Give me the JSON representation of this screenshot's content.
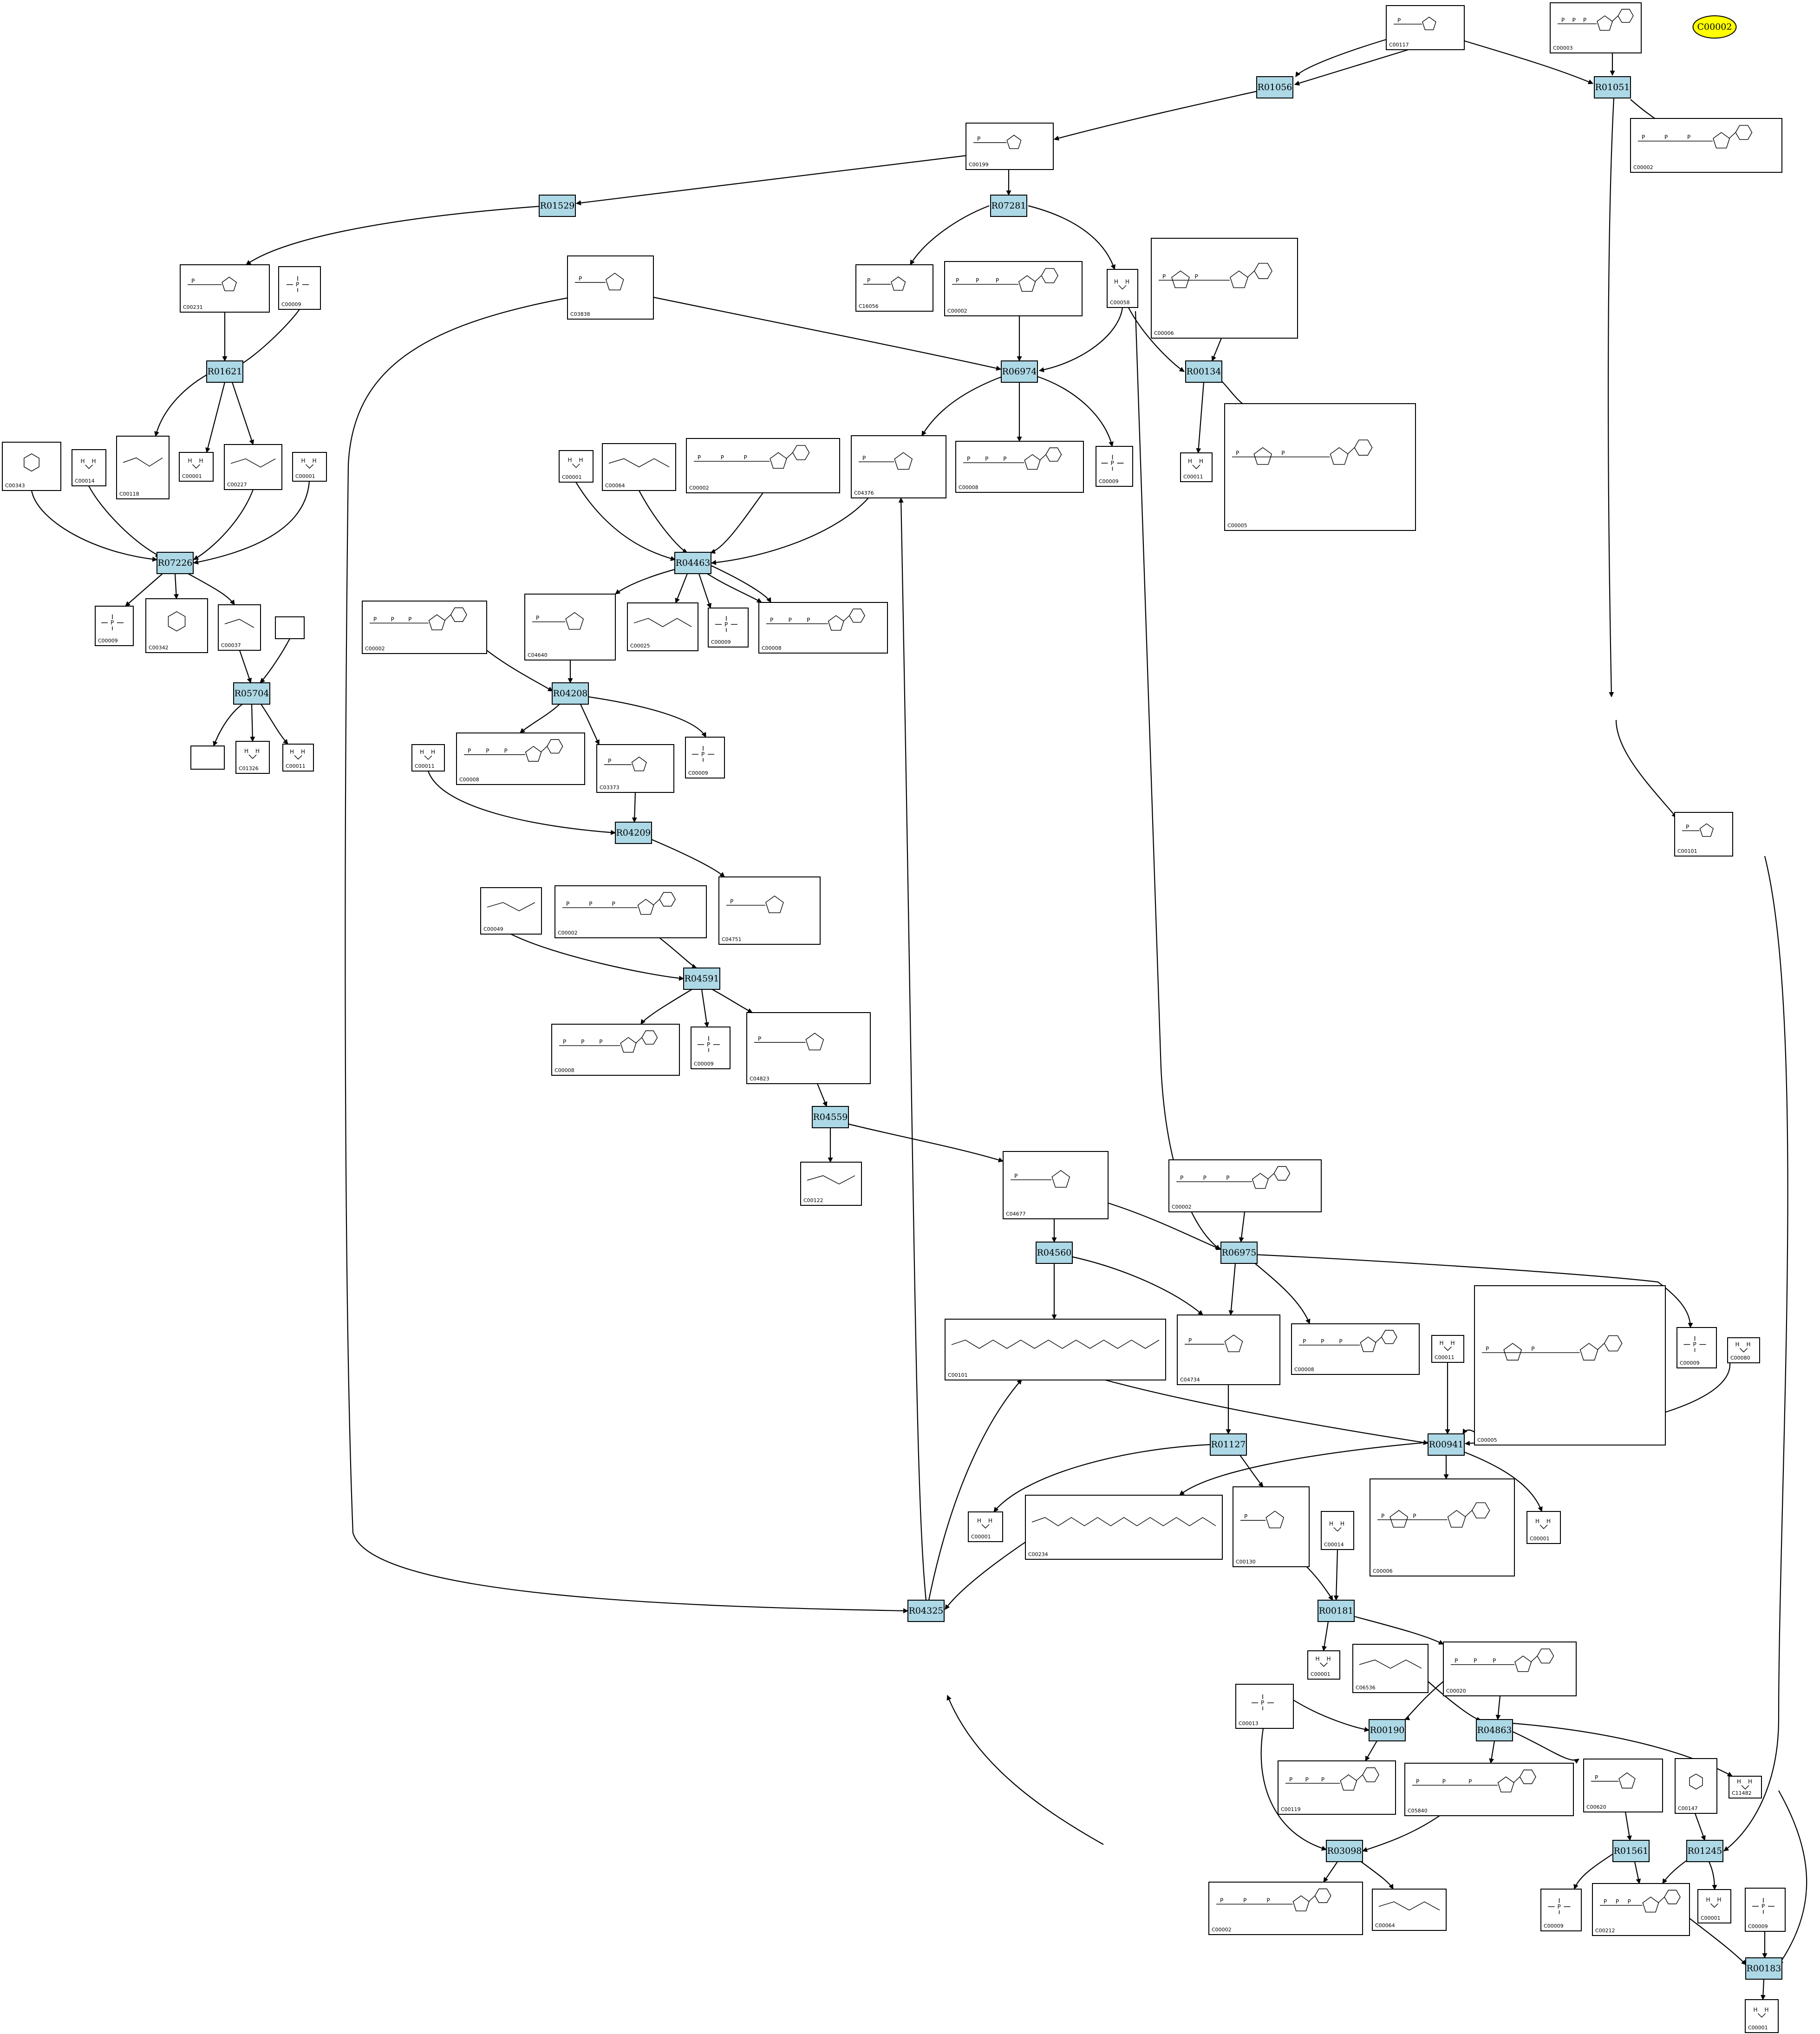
{
  "highlight": {
    "label": "C00002",
    "color": "#ffff00"
  },
  "reaction_color": "#add8e6",
  "reactions": [
    {
      "id": "R01056",
      "label": "R01056"
    },
    {
      "id": "R01051",
      "label": "R01051"
    },
    {
      "id": "R01529",
      "label": "R01529"
    },
    {
      "id": "R07281",
      "label": "R07281"
    },
    {
      "id": "R01621",
      "label": "R01621"
    },
    {
      "id": "R06974",
      "label": "R06974"
    },
    {
      "id": "R00134",
      "label": "R00134"
    },
    {
      "id": "R07226",
      "label": "R07226"
    },
    {
      "id": "R04463",
      "label": "R04463"
    },
    {
      "id": "R05704",
      "label": "R05704"
    },
    {
      "id": "R04208",
      "label": "R04208"
    },
    {
      "id": "R04209",
      "label": "R04209"
    },
    {
      "id": "R04591",
      "label": "R04591"
    },
    {
      "id": "R04559",
      "label": "R04559"
    },
    {
      "id": "R04560",
      "label": "R04560"
    },
    {
      "id": "R06975",
      "label": "R06975"
    },
    {
      "id": "R01127",
      "label": "R01127"
    },
    {
      "id": "R00941",
      "label": "R00941"
    },
    {
      "id": "R04325",
      "label": "R04325"
    },
    {
      "id": "R00181",
      "label": "R00181"
    },
    {
      "id": "R00190",
      "label": "R00190"
    },
    {
      "id": "R04863",
      "label": "R04863"
    },
    {
      "id": "R03098",
      "label": "R03098"
    },
    {
      "id": "R01561",
      "label": "R01561"
    },
    {
      "id": "R01245",
      "label": "R01245"
    },
    {
      "id": "R00183",
      "label": "R00183"
    }
  ],
  "compounds": [
    {
      "id": "c1",
      "label": "C00117",
      "mol": "sugar-phosphate"
    },
    {
      "id": "c2",
      "label": "C00003",
      "mol": "nucleotide"
    },
    {
      "id": "c3",
      "label": "C00002",
      "mol": "nucleotide"
    },
    {
      "id": "c4",
      "label": "C00199",
      "mol": "sugar-phosphate"
    },
    {
      "id": "c5",
      "label": "C00231",
      "mol": "sugar-phosphate"
    },
    {
      "id": "c6",
      "label": "C00009",
      "mol": "phosphate"
    },
    {
      "id": "c7",
      "label": "C03838",
      "mol": "sugar-phosphate"
    },
    {
      "id": "c8",
      "label": "C16056",
      "mol": "sugar-phosphate"
    },
    {
      "id": "c9",
      "label": "C00002",
      "mol": "nucleotide"
    },
    {
      "id": "c10",
      "label": "C00058",
      "mol": "small"
    },
    {
      "id": "c11",
      "label": "C00006",
      "mol": "dinucleotide"
    },
    {
      "id": "c12",
      "label": "C00343",
      "mol": "ring"
    },
    {
      "id": "c13",
      "label": "C00014",
      "mol": "small"
    },
    {
      "id": "c14",
      "label": "C00118",
      "mol": "chain"
    },
    {
      "id": "c15",
      "label": "C00001",
      "mol": "small"
    },
    {
      "id": "c16",
      "label": "C00227",
      "mol": "chain"
    },
    {
      "id": "c17",
      "label": "C00001",
      "mol": "small"
    },
    {
      "id": "c18",
      "label": "C00001",
      "mol": "small"
    },
    {
      "id": "c19",
      "label": "C00064",
      "mol": "chain"
    },
    {
      "id": "c20",
      "label": "C00002",
      "mol": "nucleotide"
    },
    {
      "id": "c21",
      "label": "C04376",
      "mol": "sugar-phosphate"
    },
    {
      "id": "c22",
      "label": "C00008",
      "mol": "nucleotide"
    },
    {
      "id": "c23",
      "label": "C00009",
      "mol": "phosphate"
    },
    {
      "id": "c24",
      "label": "C00011",
      "mol": "small"
    },
    {
      "id": "c25",
      "label": "C00005",
      "mol": "dinucleotide"
    },
    {
      "id": "c26",
      "label": "C00009",
      "mol": "phosphate"
    },
    {
      "id": "c27",
      "label": "C00342",
      "mol": "ring"
    },
    {
      "id": "c28",
      "label": "C00037",
      "mol": "chain"
    },
    {
      "id": "c29",
      "label": "",
      "mol": "none"
    },
    {
      "id": "c30",
      "label": "C00002",
      "mol": "nucleotide"
    },
    {
      "id": "c31",
      "label": "C04640",
      "mol": "sugar-phosphate"
    },
    {
      "id": "c32",
      "label": "C00025",
      "mol": "chain"
    },
    {
      "id": "c33",
      "label": "C00009",
      "mol": "phosphate"
    },
    {
      "id": "c34",
      "label": "C00008",
      "mol": "nucleotide"
    },
    {
      "id": "c35",
      "label": "",
      "mol": "none"
    },
    {
      "id": "c36",
      "label": "C01326",
      "mol": "small"
    },
    {
      "id": "c37",
      "label": "C00011",
      "mol": "small"
    },
    {
      "id": "c38",
      "label": "C00011",
      "mol": "small"
    },
    {
      "id": "c39",
      "label": "C00008",
      "mol": "nucleotide"
    },
    {
      "id": "c40",
      "label": "C03373",
      "mol": "sugar-phosphate"
    },
    {
      "id": "c41",
      "label": "C00009",
      "mol": "phosphate"
    },
    {
      "id": "c42",
      "label": "C00049",
      "mol": "chain"
    },
    {
      "id": "c43",
      "label": "C00002",
      "mol": "nucleotide"
    },
    {
      "id": "c44",
      "label": "C04751",
      "mol": "sugar-phosphate"
    },
    {
      "id": "c45",
      "label": "C00101",
      "mol": "sugar-phosphate"
    },
    {
      "id": "c46",
      "label": "C00008",
      "mol": "nucleotide"
    },
    {
      "id": "c47",
      "label": "C00009",
      "mol": "phosphate"
    },
    {
      "id": "c48",
      "label": "C04823",
      "mol": "sugar-phosphate"
    },
    {
      "id": "c49",
      "label": "C00122",
      "mol": "chain"
    },
    {
      "id": "c50",
      "label": "C04677",
      "mol": "sugar-phosphate"
    },
    {
      "id": "c51",
      "label": "C00002",
      "mol": "nucleotide"
    },
    {
      "id": "c52",
      "label": "C00101",
      "mol": "chain"
    },
    {
      "id": "c53",
      "label": "C04734",
      "mol": "sugar-phosphate"
    },
    {
      "id": "c54",
      "label": "C00008",
      "mol": "nucleotide"
    },
    {
      "id": "c55",
      "label": "C00011",
      "mol": "small"
    },
    {
      "id": "c56",
      "label": "C00005",
      "mol": "dinucleotide"
    },
    {
      "id": "c57",
      "label": "C00009",
      "mol": "phosphate"
    },
    {
      "id": "c58",
      "label": "C00080",
      "mol": "small"
    },
    {
      "id": "c59",
      "label": "C00234",
      "mol": "chain"
    },
    {
      "id": "c60",
      "label": "C00001",
      "mol": "small"
    },
    {
      "id": "c61",
      "label": "C00130",
      "mol": "sugar-phosphate"
    },
    {
      "id": "c62",
      "label": "C00014",
      "mol": "small"
    },
    {
      "id": "c63",
      "label": "C00006",
      "mol": "dinucleotide"
    },
    {
      "id": "c64",
      "label": "C00001",
      "mol": "small"
    },
    {
      "id": "c65",
      "label": "C00013",
      "mol": "phosphate"
    },
    {
      "id": "c66",
      "label": "C00001",
      "mol": "small"
    },
    {
      "id": "c67",
      "label": "C06536",
      "mol": "chain"
    },
    {
      "id": "c68",
      "label": "C00020",
      "mol": "nucleotide"
    },
    {
      "id": "c69",
      "label": "C00119",
      "mol": "nucleotide"
    },
    {
      "id": "c70",
      "label": "C05840",
      "mol": "nucleotide"
    },
    {
      "id": "c71",
      "label": "C00620",
      "mol": "sugar-phosphate"
    },
    {
      "id": "c72",
      "label": "C00147",
      "mol": "ring"
    },
    {
      "id": "c73",
      "label": "C11482",
      "mol": "small"
    },
    {
      "id": "c74",
      "label": "C00002",
      "mol": "nucleotide"
    },
    {
      "id": "c75",
      "label": "C00064",
      "mol": "chain"
    },
    {
      "id": "c76",
      "label": "C00009",
      "mol": "phosphate"
    },
    {
      "id": "c77",
      "label": "C00212",
      "mol": "nucleotide"
    },
    {
      "id": "c78",
      "label": "C00001",
      "mol": "small"
    },
    {
      "id": "c79",
      "label": "C00009",
      "mol": "phosphate"
    },
    {
      "id": "c80",
      "label": "C00001",
      "mol": "small"
    }
  ]
}
